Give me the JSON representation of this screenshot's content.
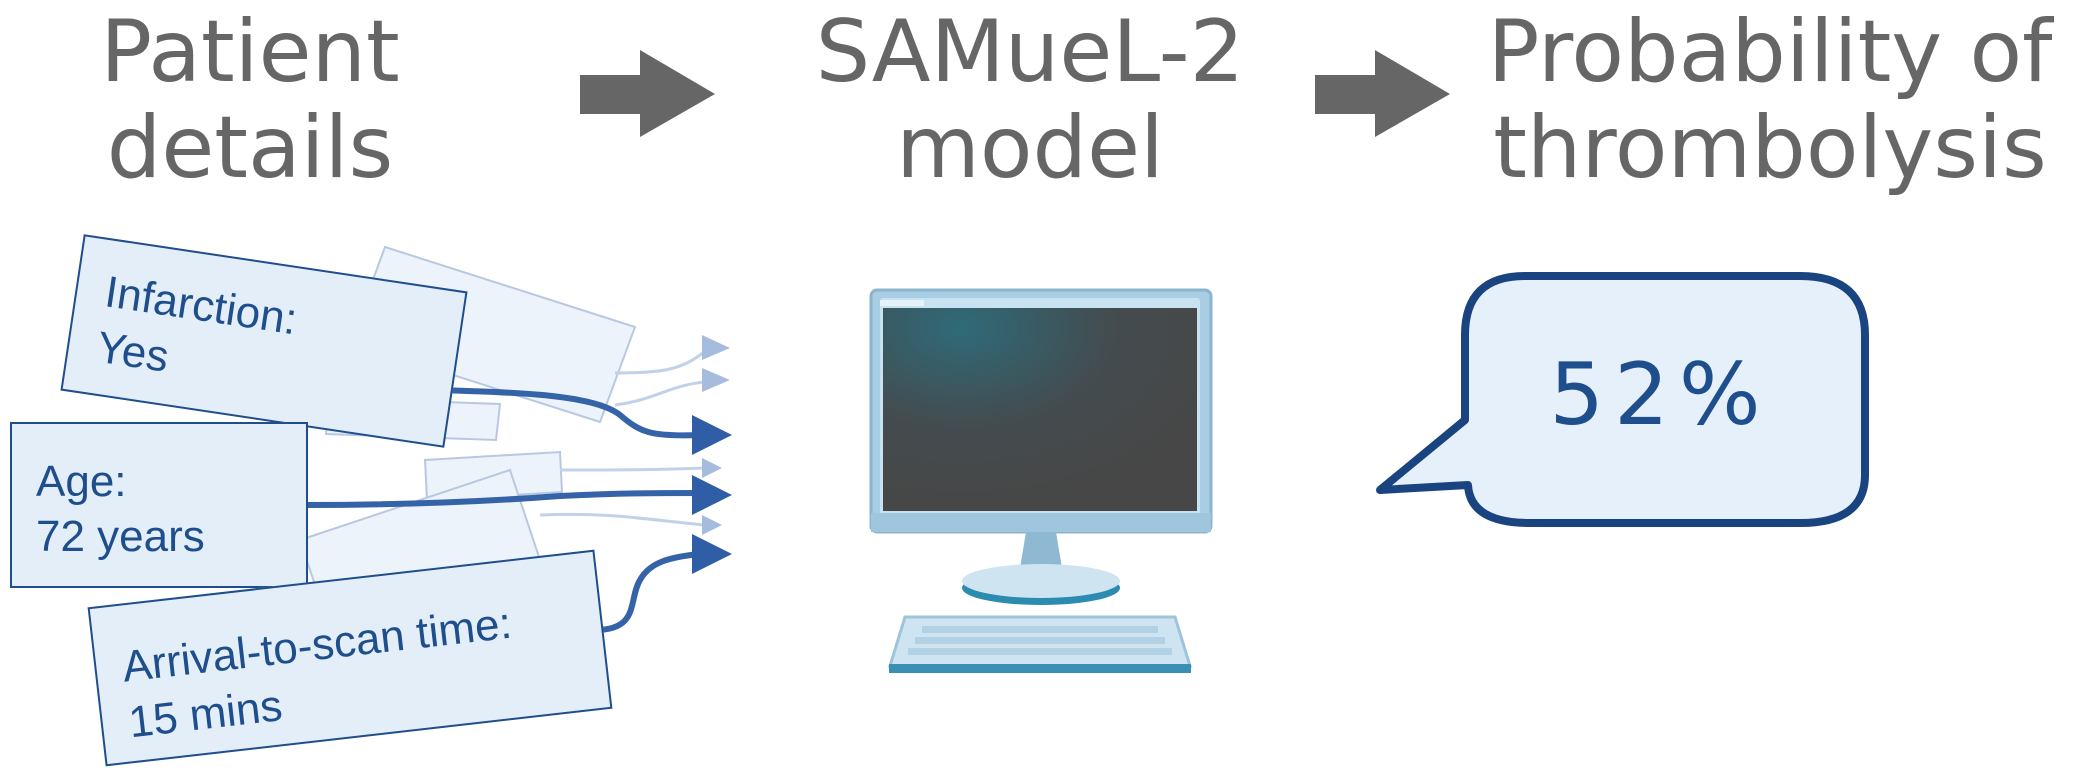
{
  "headings": {
    "patient_details": [
      "Patient",
      "details"
    ],
    "model": [
      "SAMueL-2",
      "model"
    ],
    "probability": [
      "Probability of",
      "thrombolysis"
    ]
  },
  "inputs": {
    "infarction": {
      "label": "Infarction:",
      "value": "Yes"
    },
    "age": {
      "label": "Age:",
      "value": "72 years"
    },
    "arrival": {
      "label": "Arrival-to-scan time:",
      "value": "15 mins"
    }
  },
  "output": {
    "probability": "52%"
  },
  "colors": {
    "heading_text": "#666666",
    "arrow_gray": "#666666",
    "card_fill": "#e3eef9",
    "card_border": "#1f4e8c",
    "connector": "#3463a8",
    "faded_connector": "#9fb5d8",
    "bubble_fill": "#e6f0fa",
    "bubble_border": "#1a4480"
  },
  "icons": [
    "right-arrow-icon",
    "computer-monitor-icon",
    "keyboard-icon",
    "speech-bubble-icon"
  ]
}
